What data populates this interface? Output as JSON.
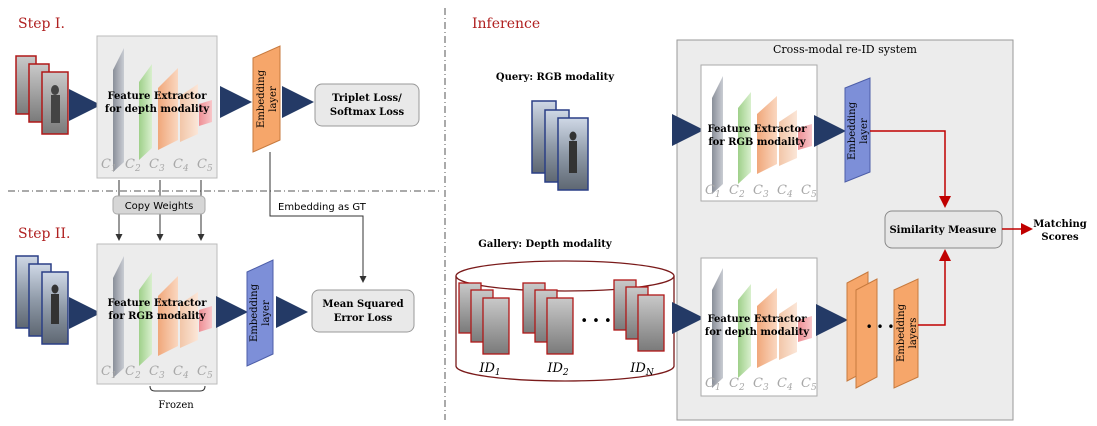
{
  "steps": {
    "step1": "Step I.",
    "step2": "Step II.",
    "inference": "Inference"
  },
  "extractors": {
    "depth": [
      "Feature Extractor",
      "for depth modality"
    ],
    "rgb": [
      "Feature Extractor",
      "for RGB modality"
    ],
    "layers": [
      "C",
      "C",
      "C",
      "C",
      "C"
    ],
    "layer_subs": [
      "1",
      "2",
      "3",
      "4",
      "5"
    ]
  },
  "embedding": [
    "Embedding",
    "layer"
  ],
  "embedding_plural": [
    "Embedding",
    "layers"
  ],
  "losses": {
    "triplet": [
      "Triplet Loss/",
      "Softmax Loss"
    ],
    "mse": [
      "Mean Squared",
      "Error Loss"
    ]
  },
  "labels": {
    "copy_weights": "Copy Weights",
    "embedding_gt": "Embedding as GT",
    "frozen": "Frozen",
    "query": "Query: RGB modality",
    "gallery": "Gallery: Depth modality",
    "system_title": "Cross-modal re-ID system",
    "similarity": "Similarity Measure",
    "matching": [
      "Matching",
      "Scores"
    ],
    "ellipsis": "• • •"
  },
  "gallery_ids": [
    {
      "base": "ID",
      "sub": "1"
    },
    {
      "base": "ID",
      "sub": "2"
    },
    {
      "base": "ID",
      "sub": "N"
    }
  ],
  "colors": {
    "step_red": "#b02020",
    "arrow_navy": "#243a66",
    "arrow_red": "#c00000",
    "embed_orange": "#f6a66a",
    "embed_blue": "#7d8fd8"
  }
}
